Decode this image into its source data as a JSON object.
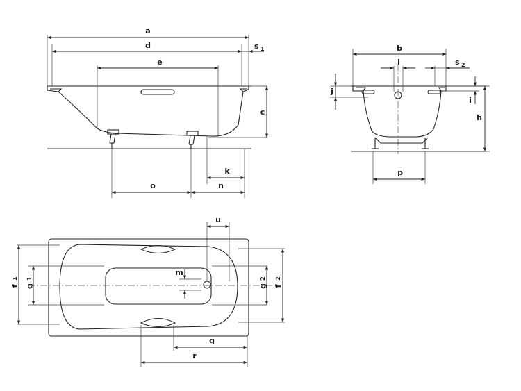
{
  "labels": {
    "a": "a",
    "d": "d",
    "e": "e",
    "s1": "s",
    "s1_sub": "1",
    "c": "c",
    "k": "k",
    "o": "o",
    "n": "n",
    "b": "b",
    "l": "l",
    "s2": "s",
    "s2_sub": "2",
    "j": "j",
    "i": "i",
    "h": "h",
    "p": "p",
    "u": "u",
    "m": "m",
    "f1": "f",
    "f1_sub": "1",
    "g1": "g",
    "g1_sub": "1",
    "g2": "g",
    "g2_sub": "2",
    "f2": "f",
    "f2_sub": "2",
    "q": "q",
    "r": "r"
  }
}
